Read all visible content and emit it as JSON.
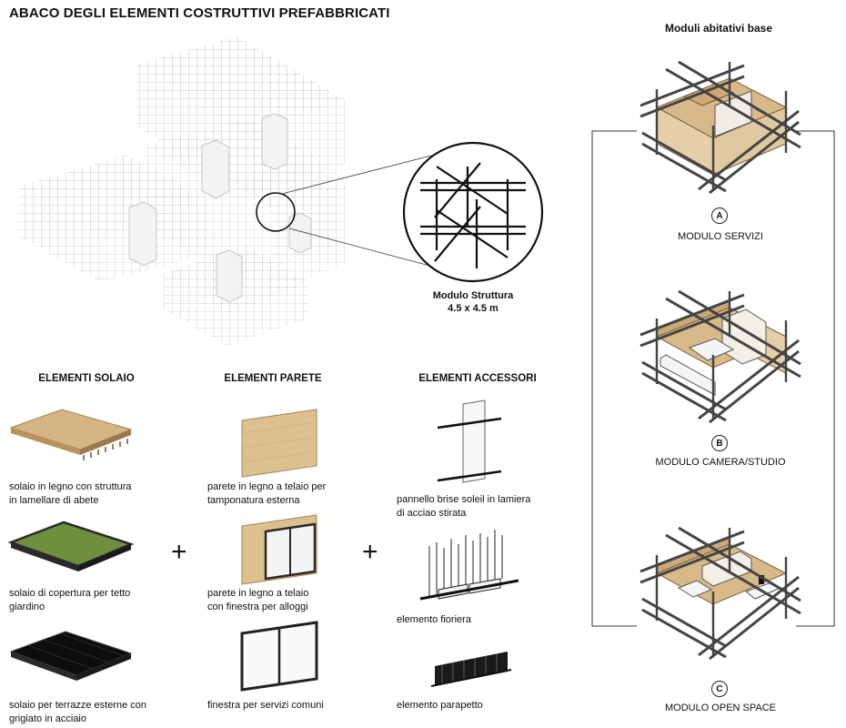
{
  "title": "ABACO DEGLI ELEMENTI COSTRUTTIVI PREFABBRICATI",
  "structure_module": {
    "name": "Modulo Struttura",
    "size": "4.5 x 4.5 m"
  },
  "sections": {
    "solaio": {
      "header": "ELEMENTI SOLAIO",
      "items": [
        {
          "caption_line1": "solaio in legno con struttura",
          "caption_line2": "in lamellare di abete"
        },
        {
          "caption_line1": "solaio di copertura per tetto",
          "caption_line2": "giardino"
        },
        {
          "caption_line1": "solaio per terrazze esterne con",
          "caption_line2": "grigiato in acciaio"
        }
      ]
    },
    "parete": {
      "header": "ELEMENTI PARETE",
      "items": [
        {
          "caption_line1": "parete in legno a telaio per",
          "caption_line2": "tamponatura esterna"
        },
        {
          "caption_line1": "parete in legno a telaio",
          "caption_line2": "con finestra per alloggi"
        },
        {
          "caption_line1": "finestra per servizi comuni",
          "caption_line2": ""
        }
      ]
    },
    "accessori": {
      "header": "ELEMENTI ACCESSORI",
      "items": [
        {
          "caption_line1": "pannello brise soleil in lamiera",
          "caption_line2": "di acciao stirata"
        },
        {
          "caption_line1": "elemento fioriera",
          "caption_line2": ""
        },
        {
          "caption_line1": "elemento parapetto",
          "caption_line2": ""
        }
      ]
    }
  },
  "plus_signs": [
    "+",
    "+"
  ],
  "modules": {
    "title": "Moduli abitativi base",
    "items": [
      {
        "letter": "A",
        "label": "MODULO SERVIZI"
      },
      {
        "letter": "B",
        "label": "MODULO CAMERA/STUDIO"
      },
      {
        "letter": "C",
        "label": "MODULO OPEN SPACE"
      }
    ]
  },
  "colors": {
    "wood": "#d8b98a",
    "wood_dark": "#b8925e",
    "green_roof": "#6b8a3a",
    "black_deck": "#111111",
    "grid": "#c9c9c9"
  }
}
